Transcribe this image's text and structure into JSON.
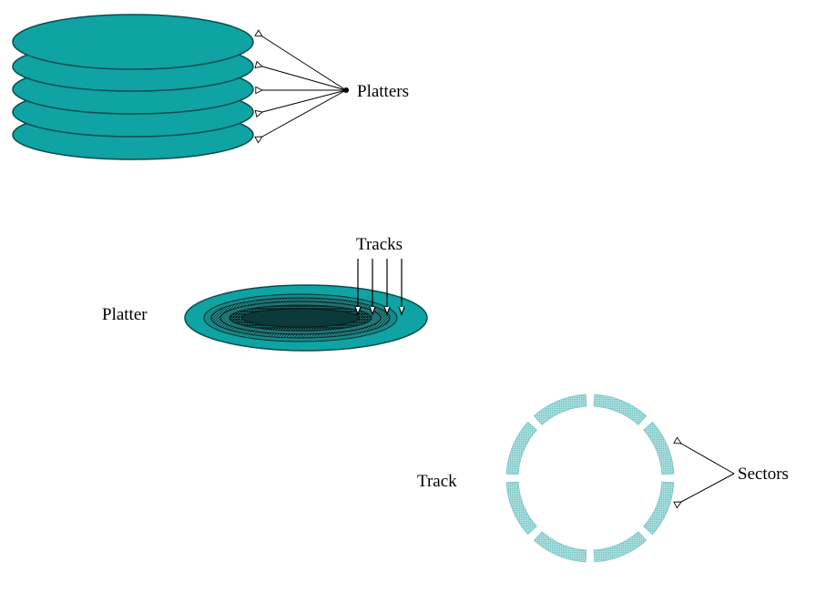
{
  "labels": {
    "platters": "Platters",
    "tracks": "Tracks",
    "platter": "Platter",
    "track": "Track",
    "sectors": "Sectors"
  },
  "colors": {
    "platter_fill": "#0fa3a3",
    "platter_stroke": "#0a4d4d",
    "track_dark": "#0b3c3c",
    "track_mid": "#1a6b6b",
    "sector_fill": "#9fd6d6",
    "line": "#000000"
  }
}
